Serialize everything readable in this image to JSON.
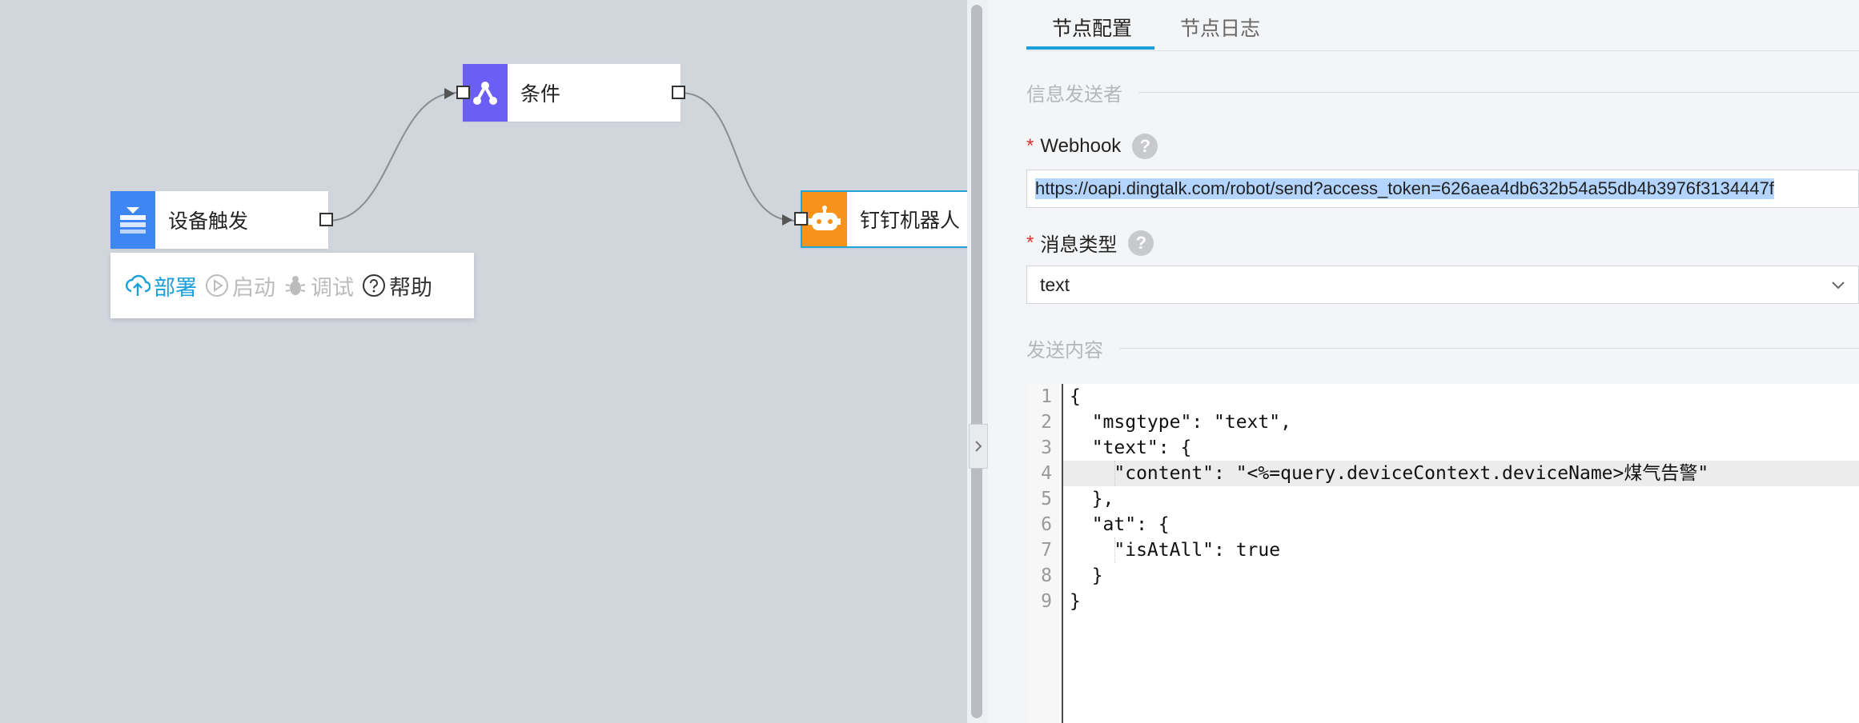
{
  "canvas": {
    "nodes": {
      "device": {
        "label": "设备触发",
        "color": "#3f86f5"
      },
      "condition": {
        "label": "条件",
        "color": "#6a5ef5"
      },
      "dingtalk": {
        "label": "钉钉机器人",
        "color": "#f7931a"
      }
    },
    "toolbar": {
      "deploy": "部署",
      "start": "启动",
      "debug": "调试",
      "help": "帮助"
    }
  },
  "panel": {
    "tabs": {
      "config": "节点配置",
      "log": "节点日志"
    },
    "section_sender": "信息发送者",
    "webhook": {
      "label": "Webhook",
      "required_mark": "*",
      "help": "?",
      "value": "https://oapi.dingtalk.com/robot/send?access_token=626aea4db632b54a55db4b3976f3134447f"
    },
    "msgtype": {
      "label": "消息类型",
      "required_mark": "*",
      "help": "?",
      "value": "text"
    },
    "section_content": "发送内容",
    "code": {
      "line_numbers": [
        "1",
        "2",
        "3",
        "4",
        "5",
        "6",
        "7",
        "8",
        "9"
      ],
      "lines": [
        "{",
        "  \"msgtype\": \"text\",",
        "  \"text\": {",
        "    \"content\": \"<%=query.deviceContext.deviceName>煤气告警\"",
        "  },",
        "  \"at\": {",
        "    \"isAtAll\": true",
        "  }",
        "}"
      ]
    }
  },
  "colors": {
    "accent": "#1ba0d9",
    "required": "#e0322f"
  }
}
